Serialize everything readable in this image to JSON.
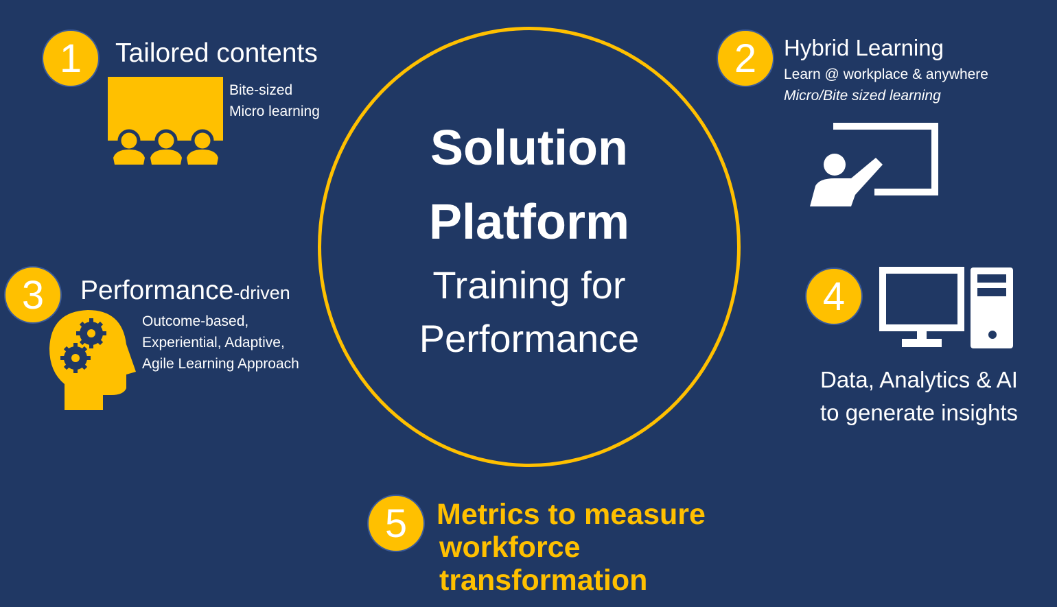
{
  "colors": {
    "background": "#203864",
    "accent": "#FFC000",
    "text": "#FFFFFF"
  },
  "center": {
    "title_line1": "Solution",
    "title_line2": "Platform",
    "subtitle_line1": "Training for",
    "subtitle_line2": "Performance"
  },
  "items": [
    {
      "number": "1",
      "title": "Tailored contents",
      "lines": [
        "Bite-sized",
        "Micro learning"
      ],
      "icon": "audience-screen-icon"
    },
    {
      "number": "2",
      "title": "Hybrid Learning",
      "lines": [
        "Learn @ workplace & anywhere",
        "Micro/Bite sized learning"
      ],
      "icon": "presenter-board-icon"
    },
    {
      "number": "3",
      "title": "Performance",
      "title_suffix": "-driven",
      "lines": [
        "Outcome-based,",
        "Experiential, Adaptive,",
        "Agile Learning Approach"
      ],
      "icon": "head-gears-icon"
    },
    {
      "number": "4",
      "title": "",
      "lines": [
        "Data, Analytics & AI",
        "to generate insights"
      ],
      "icon": "desktop-computer-icon"
    },
    {
      "number": "5",
      "lines": [
        "Metrics to measure",
        "workforce",
        "transformation"
      ]
    }
  ]
}
